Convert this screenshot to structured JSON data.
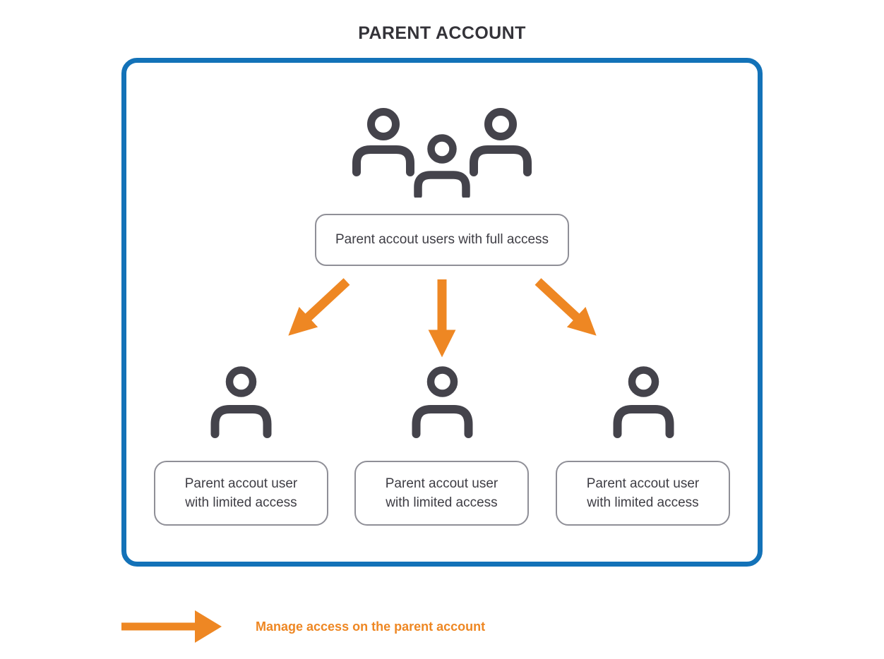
{
  "title": "PARENT ACCOUNT",
  "parent_box": {
    "full_access_node": {
      "label": "Parent accout users with full access"
    },
    "limited_access_nodes": [
      {
        "lines": [
          "Parent accout user",
          "with limited access"
        ]
      },
      {
        "lines": [
          "Parent accout user",
          "with limited access"
        ]
      },
      {
        "lines": [
          "Parent accout user",
          "with limited access"
        ]
      }
    ]
  },
  "legend": {
    "label": "Manage access on the parent account"
  },
  "icons": {
    "top": "users-group-icon",
    "member": "user-icon",
    "relation": "manage-access-arrow-icon"
  },
  "colors": {
    "blue": "#1372b8",
    "orange": "#ee8723",
    "dark": "#44434b",
    "text": "#3e3d44",
    "border": "#8f8f97",
    "title": "#343339"
  }
}
